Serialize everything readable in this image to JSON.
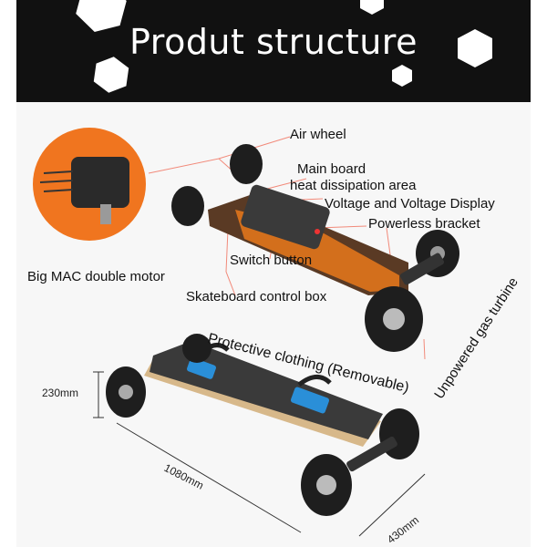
{
  "banner": {
    "title": "Produt structure"
  },
  "labels": {
    "air_wheel": "Air wheel",
    "main_board": "Main board",
    "heat_dissipation": "heat dissipation area",
    "voltage_display": "Voltage and Voltage Display",
    "powerless_bracket": "Powerless bracket",
    "switch_button": "Switch button",
    "double_motor": "Big MAC double motor",
    "control_box": "Skateboard control box",
    "protective_clothing": "Protective clothing (Removable)",
    "gas_turbine": "Unpowered gas turbine"
  },
  "dimensions": {
    "height": "230mm",
    "length": "1080mm",
    "width": "430mm"
  },
  "colors": {
    "banner_bg": "#111111",
    "motor_circle": "#f0751f",
    "leader_lines": "#f28a7a",
    "deck_accent": "#e0761c",
    "strap_blue": "#2a8fd8"
  }
}
